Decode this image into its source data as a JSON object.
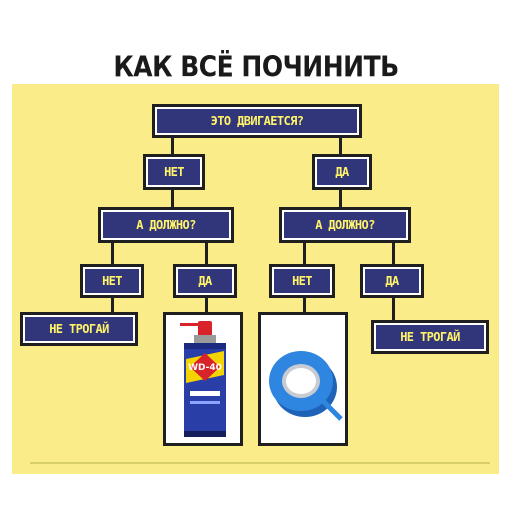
{
  "title": "КАК ВСЁ ПОЧИНИТЬ",
  "nodes": {
    "root": "ЭТО ДВИГАЕТСЯ?",
    "left_no": "НЕТ",
    "right_yes": "ДА",
    "left_should": "А ДОЛЖНО?",
    "right_should": "А ДОЛЖНО?",
    "ll_no": "НЕТ",
    "lr_yes": "ДА",
    "rl_no": "НЕТ",
    "rr_yes": "ДА",
    "left_leaf": "НЕ ТРОГАЙ",
    "right_leaf": "НЕ ТРОГАЙ"
  },
  "images": {
    "lubricant": {
      "icon": "wd40-can-icon",
      "brand": "WD-40"
    },
    "tape": {
      "icon": "blue-tape-roll-icon"
    }
  },
  "colors": {
    "background": "#fbec8a",
    "label_bg": "#31357a",
    "label_text": "#fff36a",
    "border": "#1f1f1f",
    "tape_blue": "#2f86e0",
    "can_blue": "#2a3ea8",
    "can_red": "#d8232a"
  }
}
